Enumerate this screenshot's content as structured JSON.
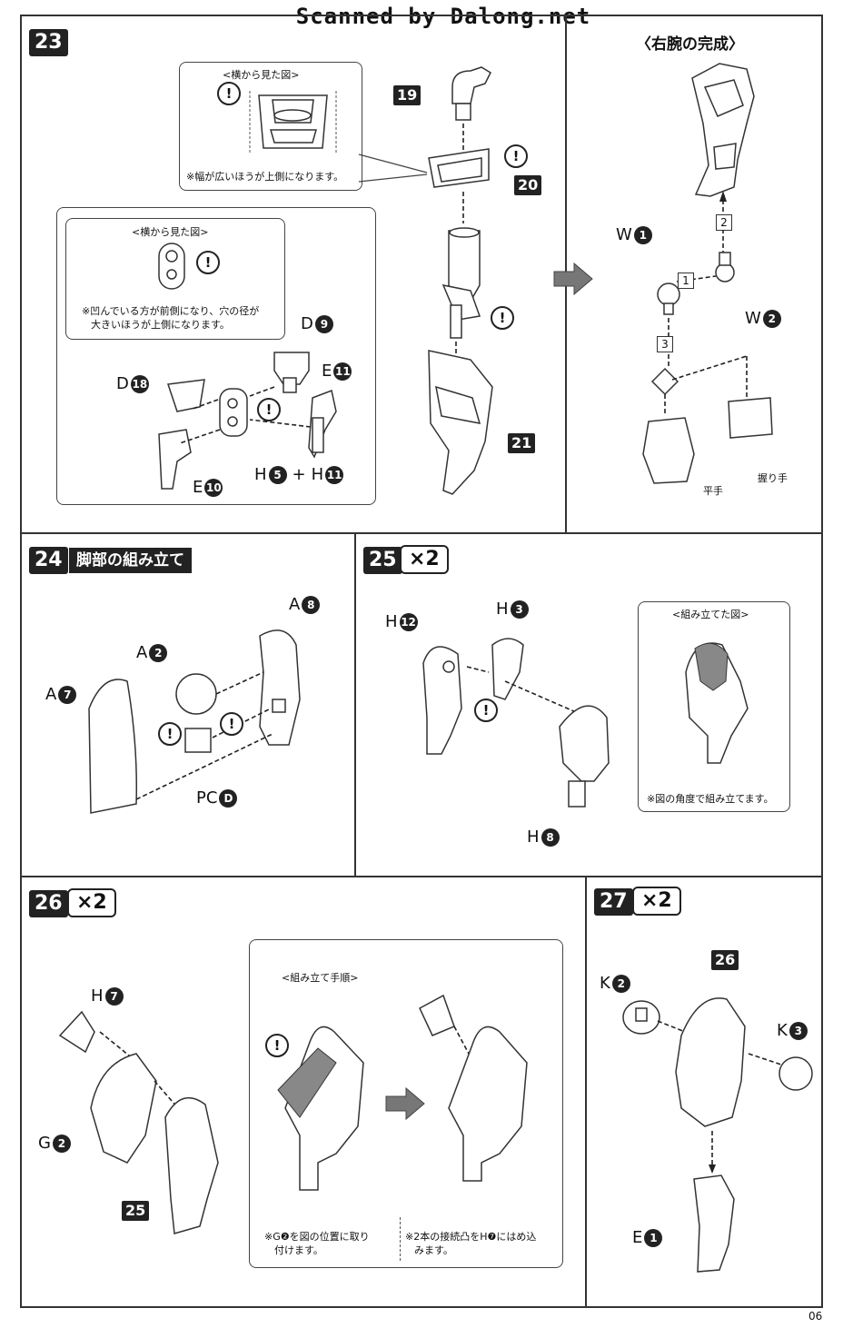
{
  "watermark": "Scanned by Dalong.net",
  "page_number": "06",
  "steps": {
    "s23": {
      "number": "23",
      "callout_top": {
        "title": "<横から見た図>",
        "note": "※幅が広いほうが上側になります。"
      },
      "callout_left": {
        "title": "<横から見た図>",
        "note_line1": "※凹んでいる方が前側になり、穴の径が",
        "note_line2": "大きいほうが上側になります。"
      },
      "parts": {
        "p19": "19",
        "p20": "20",
        "p21": "21"
      },
      "labels": {
        "d9": {
          "letter": "D",
          "num": "9"
        },
        "e11": {
          "letter": "E",
          "num": "11"
        },
        "d18": {
          "letter": "D",
          "num": "18"
        },
        "e10": {
          "letter": "E",
          "num": "10"
        },
        "h5": {
          "letter": "H",
          "num": "5"
        },
        "plus": "+",
        "h11": {
          "letter": "H",
          "num": "11"
        }
      }
    },
    "complete": {
      "heading": "〈右腕の完成〉",
      "w1": {
        "letter": "W",
        "num": "1"
      },
      "w2": {
        "letter": "W",
        "num": "2"
      },
      "seq": [
        "1",
        "2",
        "3"
      ],
      "hand_open": "平手",
      "hand_fist": "握り手"
    },
    "s24": {
      "number": "24",
      "title": "脚部の組み立て",
      "a8": {
        "letter": "A",
        "num": "8"
      },
      "a2": {
        "letter": "A",
        "num": "2"
      },
      "a7": {
        "letter": "A",
        "num": "7"
      },
      "pcd": {
        "letter": "PC",
        "num": "D"
      }
    },
    "s25": {
      "number": "25",
      "multiplier": "×2",
      "h12": {
        "letter": "H",
        "num": "12"
      },
      "h3": {
        "letter": "H",
        "num": "3"
      },
      "h8": {
        "letter": "H",
        "num": "8"
      },
      "callout": {
        "title": "<組み立てた図>",
        "note": "※図の角度で組み立てます。"
      }
    },
    "s26": {
      "number": "26",
      "multiplier": "×2",
      "h7": {
        "letter": "H",
        "num": "7"
      },
      "g2": {
        "letter": "G",
        "num": "2"
      },
      "part25": "25",
      "callout": {
        "title": "<組み立て手順>",
        "note_left_1": "※G❷を図の位置に取り",
        "note_left_2": "付けます。",
        "note_right_1": "※2本の接続凸をH❼にはめ込",
        "note_right_2": "みます。"
      }
    },
    "s27": {
      "number": "27",
      "multiplier": "×2",
      "k2": {
        "letter": "K",
        "num": "2"
      },
      "part26": "26",
      "k3": {
        "letter": "K",
        "num": "3"
      },
      "e1": {
        "letter": "E",
        "num": "1"
      }
    }
  },
  "warning_glyph": "!"
}
